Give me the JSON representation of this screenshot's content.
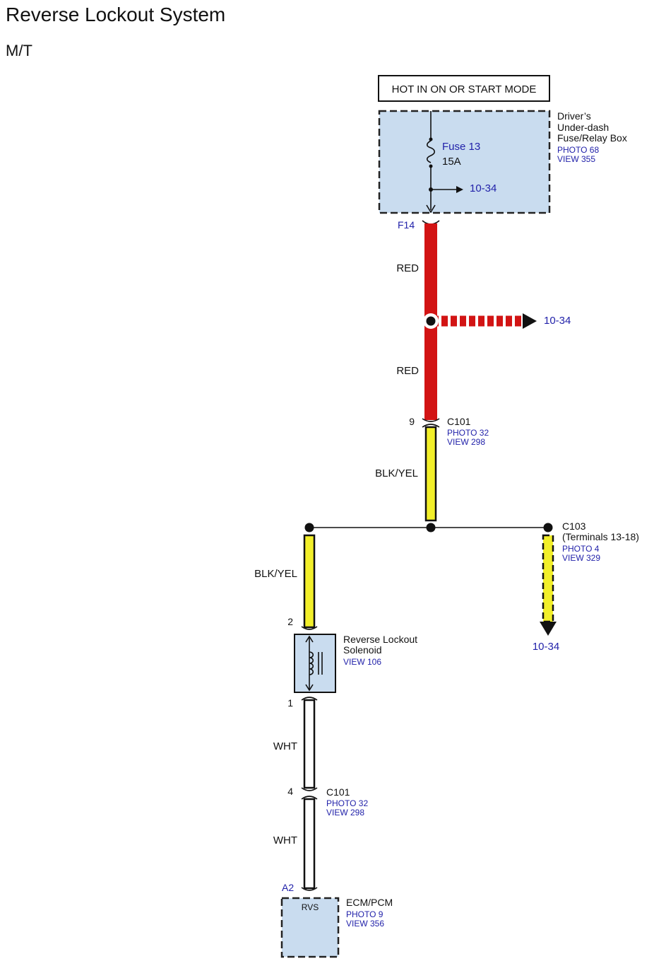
{
  "title": "Reverse Lockout System",
  "subtitle": "M/T",
  "power_label": "HOT IN ON OR START MODE",
  "fuse_box": {
    "name_line1": "Driver’s",
    "name_line2": "Under-dash",
    "name_line3": "Fuse/Relay Box",
    "photo": "PHOTO 68",
    "view": "VIEW 355",
    "fuse_name": "Fuse 13",
    "fuse_rating": "15A",
    "ref_out": "10-34",
    "terminal": "F14"
  },
  "wires": {
    "red_upper": "RED",
    "red_lower": "RED",
    "blkyel_main": "BLK/YEL",
    "blkyel_left": "BLK/YEL",
    "wht_upper": "WHT",
    "wht_lower": "WHT"
  },
  "red_branch_ref": "10-34",
  "c101_top": {
    "pin": "9",
    "name": "C101",
    "photo": "PHOTO 32",
    "view": "VIEW 298"
  },
  "c103": {
    "name": "C103",
    "terminals": "(Terminals 13-18)",
    "photo": "PHOTO 4",
    "view": "VIEW 329",
    "ref": "10-34"
  },
  "solenoid": {
    "pin_top": "2",
    "pin_bottom": "1",
    "name_line1": "Reverse Lockout",
    "name_line2": "Solenoid",
    "view": "VIEW 106"
  },
  "c101_bottom": {
    "pin": "4",
    "name": "C101",
    "photo": "PHOTO 32",
    "view": "VIEW 298"
  },
  "ecm": {
    "terminal": "A2",
    "pin_name": "RVS",
    "name": "ECM/PCM",
    "photo": "PHOTO 9",
    "view": "VIEW 356"
  },
  "colors": {
    "red_wire": "#d21414",
    "yellow_wire": "#f2ef2a",
    "box_fill": "#c9dcef",
    "ref_blue": "#2222aa"
  }
}
